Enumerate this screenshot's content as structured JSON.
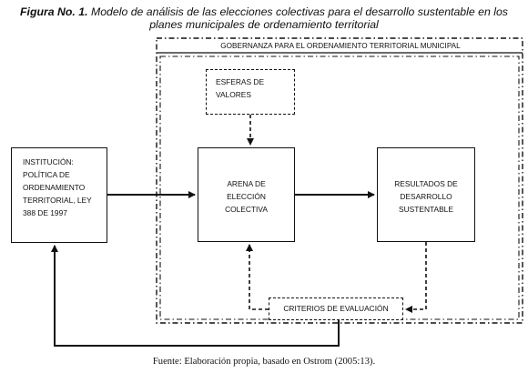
{
  "caption": {
    "label": "Figura No. 1.",
    "text": " Modelo de análisis de las elecciones colectivas para el desarrollo sustentable en los planes municipales de ordenamiento territorial"
  },
  "frame": {
    "title": "GOBERNANZA PARA EL ORDENAMIENTO TERRITORIAL MUNICIPAL"
  },
  "nodes": {
    "institucion": [
      "INSTITUCIÓN:",
      "POLÍTICA DE",
      "ORDENAMIENTO",
      "TERRITORIAL, LEY",
      "388 DE 1997"
    ],
    "esferas": [
      "ESFERAS DE",
      "VALORES"
    ],
    "arena": [
      "ARENA DE",
      "ELECCIÓN",
      "COLECTIVA"
    ],
    "resultados": [
      "RESULTADOS DE",
      "DESARROLLO",
      "SUSTENTABLE"
    ],
    "criterios": "CRITERIOS DE EVALUACIÓN"
  },
  "source": "Fuente: Elaboración propia, basado en Ostrom (2005:13).",
  "colors": {
    "line": "#111111",
    "background": "#ffffff"
  }
}
